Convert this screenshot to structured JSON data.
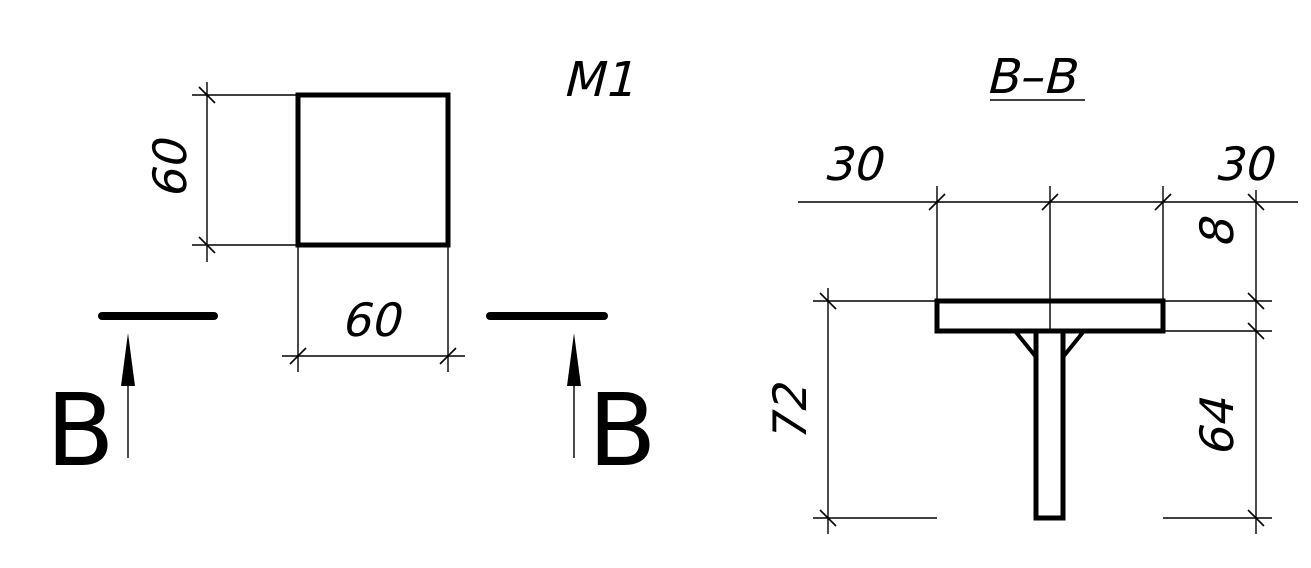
{
  "plan_view": {
    "title": "M1",
    "width_dim": "60",
    "height_dim": "60",
    "section_mark_left": "B",
    "section_mark_right": "B"
  },
  "section_view": {
    "title": "B–B",
    "left_overhang_dim": "30",
    "right_overhang_dim": "30",
    "flange_thickness_dim": "8",
    "total_height_dim": "72",
    "web_height_dim": "64"
  }
}
